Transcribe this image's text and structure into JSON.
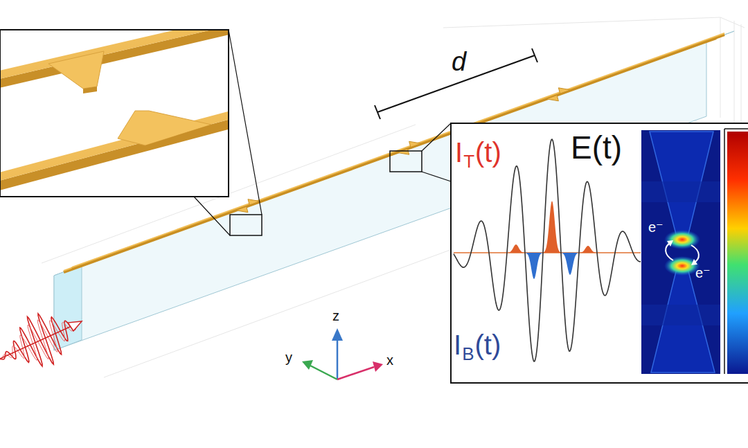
{
  "diagram": {
    "labels": [
      "d",
      "I",
      "T",
      "(t)",
      "E(t)",
      "I",
      "B",
      "(t)",
      "e⁻",
      "e⁻",
      "y",
      "z",
      "x"
    ]
  }
}
